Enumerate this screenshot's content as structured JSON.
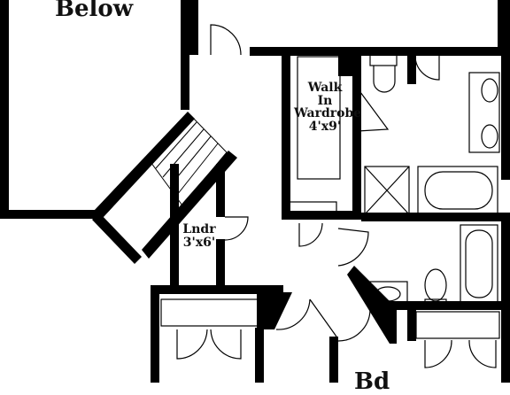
{
  "labels": {
    "below": "Below",
    "walk_in_line1": "Walk",
    "walk_in_line2": "In",
    "walk_in_line3": "Wardrobe",
    "walk_in_size": "4'x9'",
    "laundry": "Lndr",
    "laundry_size": "3'x6'",
    "bottom_room": "Bd"
  },
  "colors": {
    "wall": "#000000",
    "fixture": "#000000",
    "background": "#ffffff"
  }
}
